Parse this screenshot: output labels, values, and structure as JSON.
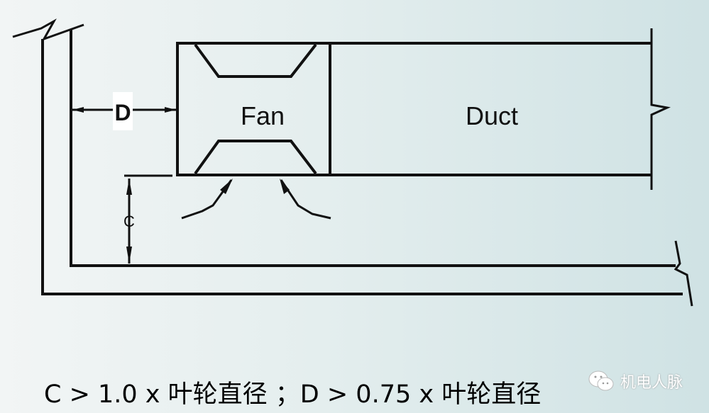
{
  "diagram": {
    "fan_label": "Fan",
    "duct_label": "Duct",
    "dimension_d": "D",
    "dimension_c": "C"
  },
  "caption": "C > 1.0 x  叶轮直径 ；D > 0.75 x  叶轮直径",
  "watermark": {
    "icon": "wechat-icon",
    "text": "机电人脉"
  }
}
